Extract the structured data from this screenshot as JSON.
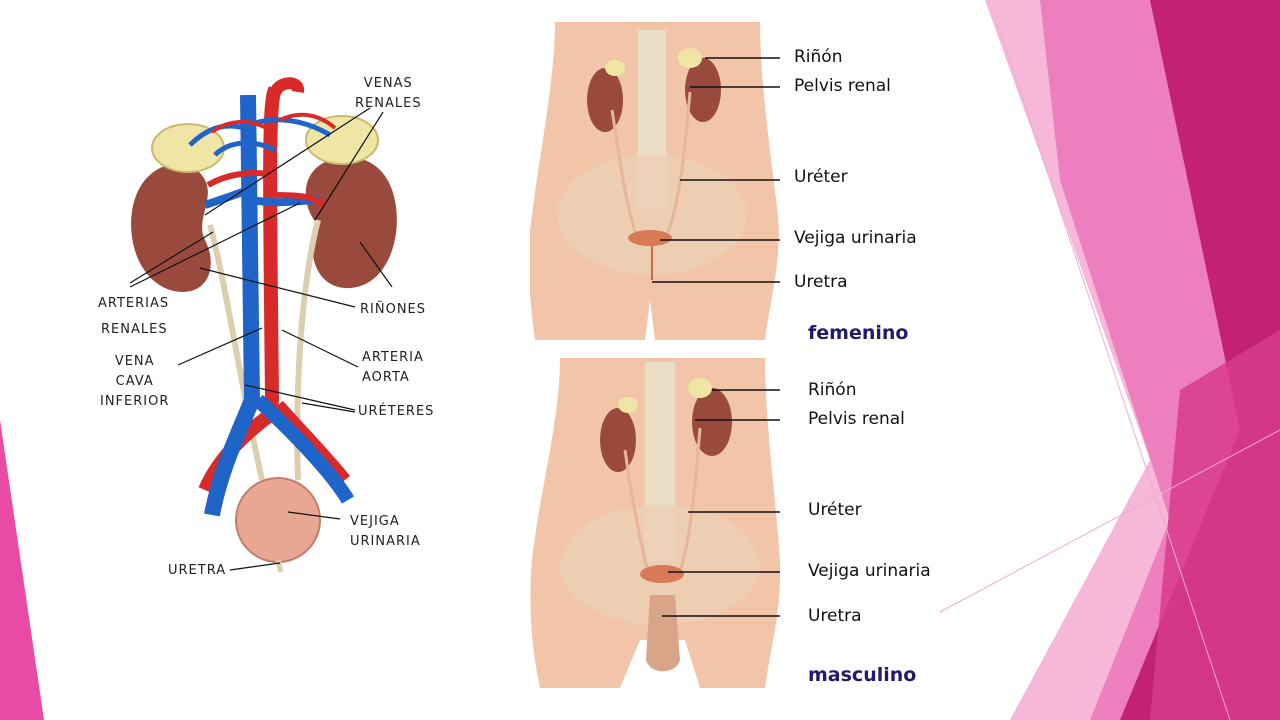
{
  "left_diagram": {
    "labels": {
      "venas_renales": [
        "VENAS",
        "RENALES"
      ],
      "arterias_renales": [
        "ARTERIAS",
        "RENALES"
      ],
      "rinones": [
        "RIÑONES"
      ],
      "vena_cava_inferior": [
        "VENA",
        "CAVA",
        "INFERIOR"
      ],
      "arteria_aorta": [
        "ARTERIA",
        "AORTA"
      ],
      "ureteres": [
        "URÉTERES"
      ],
      "vejiga_urinaria": [
        "VEJIGA",
        "URINARIA"
      ],
      "uretra": [
        "URETRA"
      ]
    }
  },
  "female_panel": {
    "labels": [
      "Riñón",
      "Pelvis renal",
      "Uréter",
      "Vejiga urinaria",
      "Uretra"
    ],
    "caption": "femenino"
  },
  "male_panel": {
    "labels": [
      "Riñón",
      "Pelvis renal",
      "Uréter",
      "Vejiga urinaria",
      "Uretra"
    ],
    "caption": "masculino"
  },
  "colors": {
    "accent_dark": "#c2226f",
    "accent_mid": "#e94aa4",
    "accent_light": "#f6b7d9",
    "vein": "#1f64c8",
    "artery": "#d92a2a",
    "kidney": "#9a4a3c",
    "adrenal": "#efe6a6",
    "skin": "#f2c5a8",
    "caption": "#241a6b"
  }
}
